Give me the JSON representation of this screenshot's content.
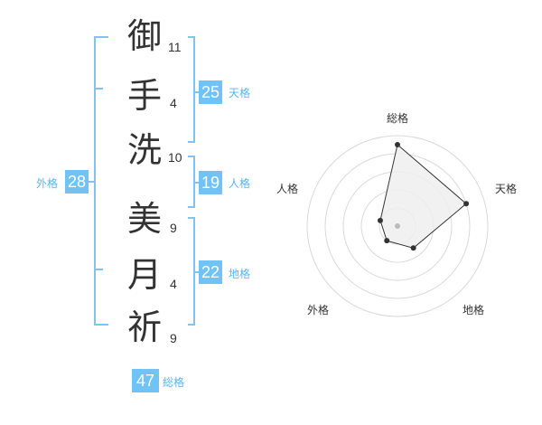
{
  "name": {
    "characters": [
      {
        "char": "御",
        "strokes": "11"
      },
      {
        "char": "手",
        "strokes": "4"
      },
      {
        "char": "洗",
        "strokes": "10"
      },
      {
        "char": "美",
        "strokes": "9"
      },
      {
        "char": "月",
        "strokes": "4"
      },
      {
        "char": "祈",
        "strokes": "9"
      }
    ]
  },
  "kaku": {
    "tenkaku": {
      "value": "25",
      "label": "天格"
    },
    "jinkaku": {
      "value": "19",
      "label": "人格"
    },
    "chikaku": {
      "value": "22",
      "label": "地格"
    },
    "gaikaku": {
      "value": "28",
      "label": "外格"
    },
    "soukaku": {
      "value": "47",
      "label": "総格"
    }
  },
  "chart_data": {
    "type": "radar",
    "axes": [
      "総格",
      "天格",
      "地格",
      "外格",
      "人格"
    ],
    "values": [
      4.5,
      4.0,
      1.5,
      1.0,
      1.0
    ],
    "rmax": 5,
    "rings": 5,
    "colors": {
      "ring": "#d9d9d9",
      "fill": "#efefef",
      "line": "#333333",
      "center": "#bbbbbb"
    }
  },
  "colors": {
    "accent": "#72c3f5",
    "bracket": "#7fc4f0",
    "text": "#333333"
  }
}
